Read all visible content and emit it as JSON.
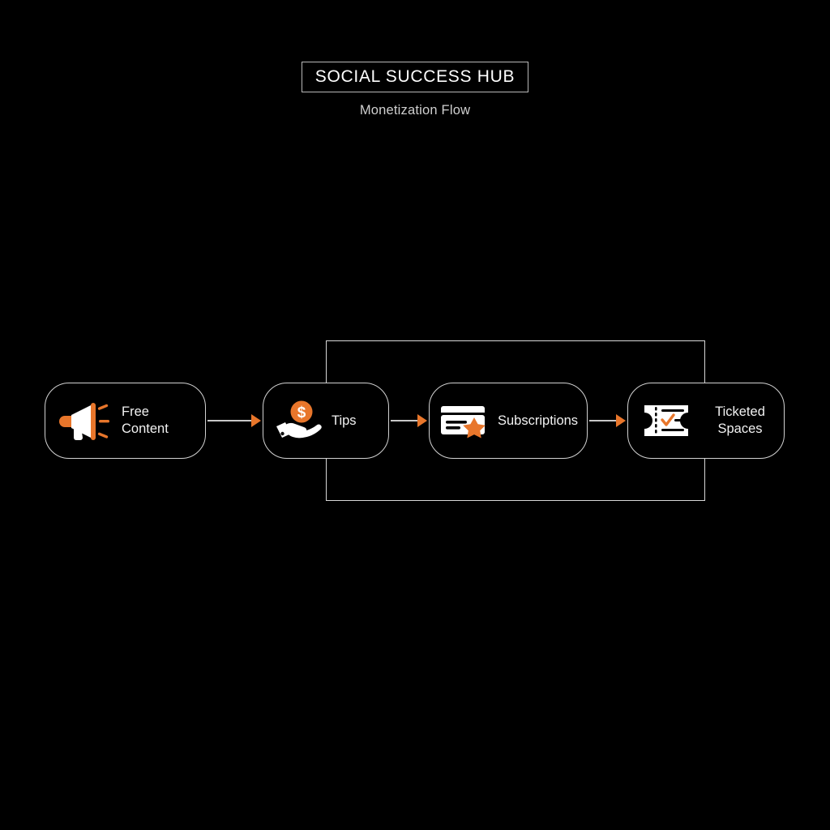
{
  "header": {
    "title": "SOCIAL SUCCESS HUB",
    "subtitle": "Monetization Flow"
  },
  "colors": {
    "background": "#000000",
    "accent": "#e8762b",
    "node_border": "#d2d2d2",
    "connector_line": "#c9c9c9",
    "text": "#ffffff",
    "subtitle_text": "#cfcfcf",
    "icon_white": "#ffffff"
  },
  "diagram": {
    "type": "flow",
    "orientation": "horizontal",
    "nodes": [
      {
        "id": "free-content",
        "label": "Free\nContent",
        "icon": "megaphone-icon"
      },
      {
        "id": "tips",
        "label": "Tips",
        "icon": "hand-holding-coin-icon"
      },
      {
        "id": "subscriptions",
        "label": "Subscriptions",
        "icon": "credit-card-star-icon"
      },
      {
        "id": "ticketed-spaces",
        "label": "Ticketed\nSpaces",
        "icon": "ticket-check-icon"
      }
    ],
    "connectors": [
      {
        "from": "free-content",
        "to": "tips",
        "style": "arrow"
      },
      {
        "from": "tips",
        "to": "subscriptions",
        "style": "arrow"
      },
      {
        "from": "subscriptions",
        "to": "ticketed-spaces",
        "style": "arrow"
      }
    ],
    "group_frame": {
      "members": [
        "tips",
        "subscriptions",
        "ticketed-spaces"
      ],
      "style": "rectangle-outline"
    }
  }
}
